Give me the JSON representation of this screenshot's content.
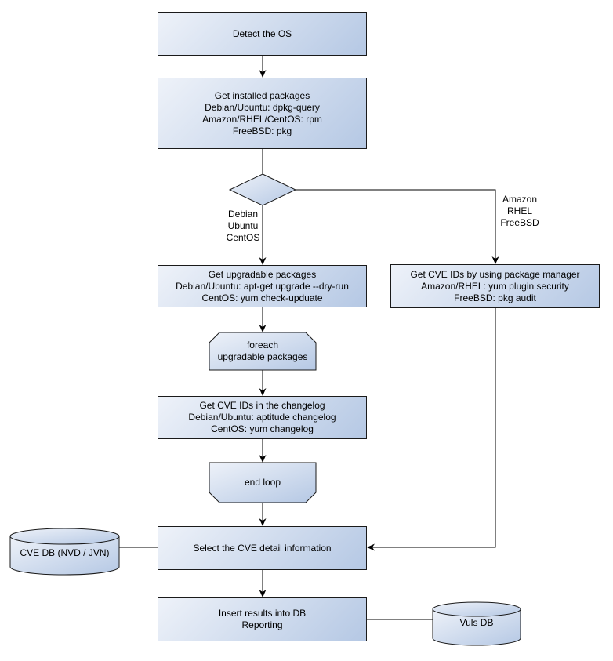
{
  "diagram": {
    "nodes": {
      "detect_os": "Detect the OS",
      "get_installed_packages": "Get installed packages\nDebian/Ubuntu: dpkg-query\nAmazon/RHEL/CentOS: rpm\nFreeBSD: pkg",
      "get_upgradable_packages": "Get upgradable packages\nDebian/Ubuntu: apt-get upgrade --dry-run\nCentOS: yum check-upduate",
      "get_cve_ids_package_manager": "Get CVE IDs by using package manager\nAmazon/RHEL: yum plugin security\nFreeBSD: pkg audit",
      "foreach_loop_start": "foreach\nupgradable packages",
      "get_cve_ids_changelog": "Get CVE IDs in the changelog\nDebian/Ubuntu: aptitude changelog\nCentOS: yum changelog",
      "end_loop": "end loop",
      "select_cve_detail": "Select the CVE detail information",
      "insert_results": "Insert results into DB\nReporting",
      "cve_db": "CVE DB (NVD / JVN)",
      "vuls_db": "Vuls DB"
    },
    "edge_labels": {
      "left_branch": "Debian\nUbuntu\nCentOS",
      "right_branch": "Amazon\nRHEL\nFreeBSD"
    },
    "colors": {
      "node_fill_light": "#eef2f9",
      "node_fill_dark": "#b5c8e4",
      "node_border": "#1a1a1a",
      "connector": "#000000",
      "background": "#ffffff",
      "text": "#000000"
    }
  }
}
